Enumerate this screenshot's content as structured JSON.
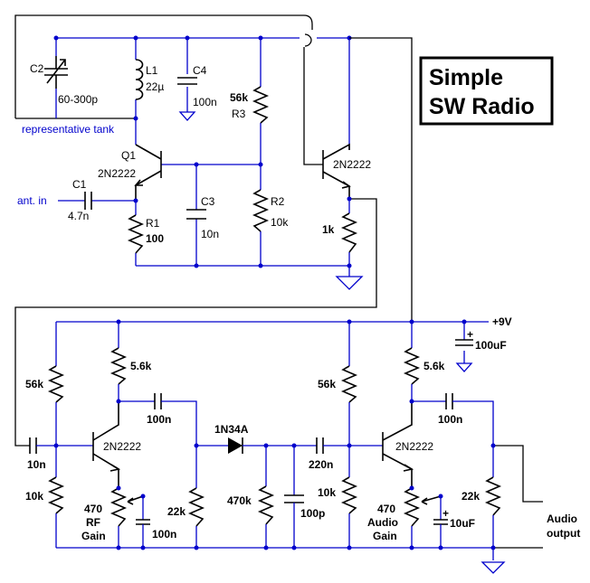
{
  "title": {
    "line1": "Simple",
    "line2": "SW Radio"
  },
  "tank_note": "representative tank",
  "antenna": "ant. in",
  "supply": "+9V",
  "output": {
    "line1": "Audio",
    "line2": "output"
  },
  "diode": "1N34A",
  "components": {
    "c2_name": "C2",
    "c2_value": "60-300p",
    "l1_name": "L1",
    "l1_value": "22µ",
    "c4_name": "C4",
    "c4_value": "100n",
    "r3_name": "R3",
    "r3_value": "56k",
    "q1_name": "Q1",
    "q1_type": "2N2222",
    "c1_name": "C1",
    "c1_value": "4.7n",
    "r1_name": "R1",
    "r1_value": "100",
    "c3_name": "C3",
    "c3_value": "10n",
    "r2_name": "R2",
    "r2_value": "10k",
    "q2_type": "2N2222",
    "re2_value": "1k",
    "supply_cap": "100uF",
    "rf_rc": "5.6k",
    "rf_rb1": "56k",
    "rf_cin": "10n",
    "rf_rb2": "10k",
    "rf_cout": "100n",
    "rf_q": "2N2222",
    "rf_pot": "470",
    "rf_pot_l1": "RF",
    "rf_pot_l2": "Gain",
    "rf_cbyp": "100n",
    "det_r1": "22k",
    "det_r2": "470k",
    "det_c": "100p",
    "af_cin": "220n",
    "af_rb1": "56k",
    "af_rb2": "10k",
    "af_rc": "5.6k",
    "af_cout": "100n",
    "af_q": "2N2222",
    "af_pot": "470",
    "af_pot_l1": "Audio",
    "af_pot_l2": "Gain",
    "af_cbyp": "10uF",
    "out_r": "22k"
  }
}
